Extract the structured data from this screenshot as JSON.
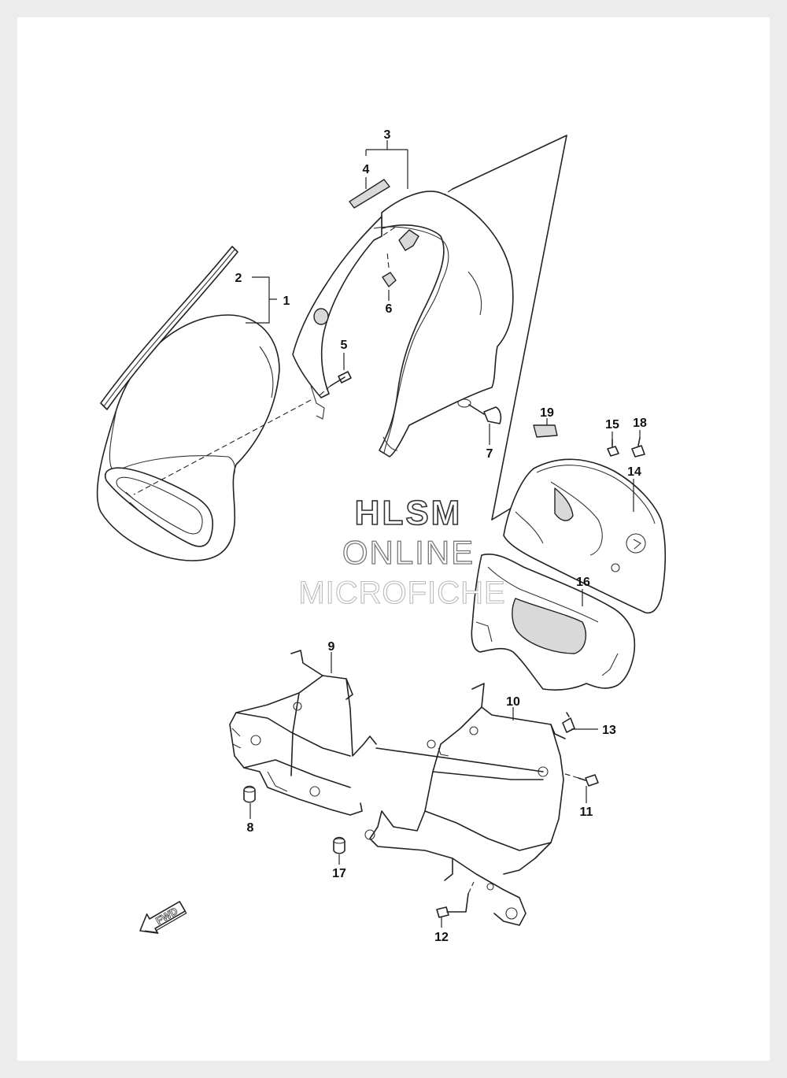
{
  "diagram": {
    "callouts": [
      "1",
      "2",
      "3",
      "4",
      "5",
      "6",
      "7",
      "8",
      "9",
      "10",
      "11",
      "12",
      "13",
      "14",
      "15",
      "16",
      "17",
      "18",
      "19"
    ],
    "watermark": [
      "HLSM",
      "ONLINE",
      "MICROFICHE"
    ],
    "direction_label": "FWD"
  }
}
